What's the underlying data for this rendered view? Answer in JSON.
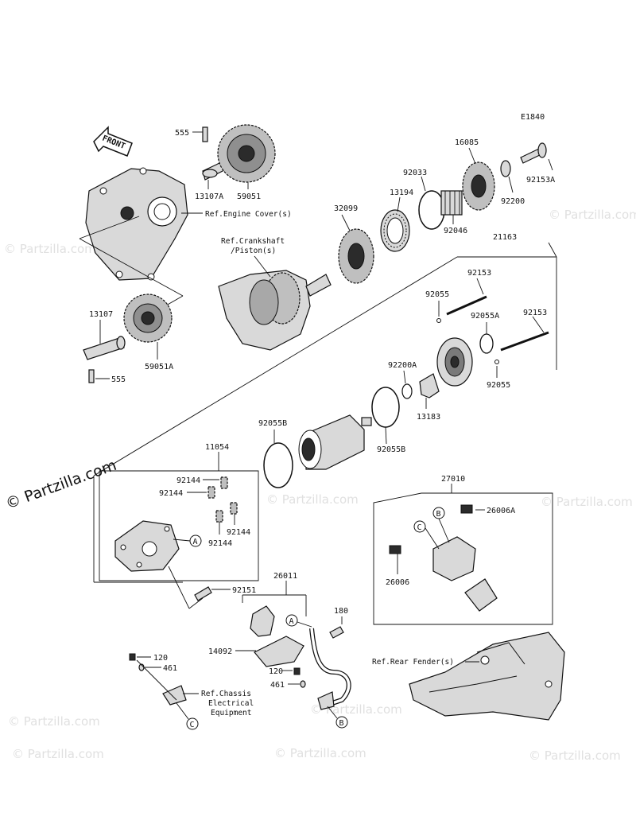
{
  "diagram_id": "E1840",
  "front_label": "FRONT",
  "watermark": {
    "main": "© Partzilla.com",
    "faint": "© Partzilla.com"
  },
  "callouts": {
    "c555a": "555",
    "c59051": "59051",
    "c13107a": "13107A",
    "c16085": "16085",
    "c92153a": "92153A",
    "c92200": "92200",
    "c92033": "92033",
    "c13194": "13194",
    "c92046": "92046",
    "c32099": "32099",
    "c21163": "21163",
    "c92153_1": "92153",
    "c92153_2": "92153",
    "c92055_1": "92055",
    "c92055a": "92055A",
    "c92055_2": "92055",
    "c92200a": "92200A",
    "c13183": "13183",
    "c92055b_1": "92055B",
    "c92055b_2": "92055B",
    "c13107": "13107",
    "c555b": "555",
    "c59051a": "59051A",
    "c11054": "11054",
    "c92144_1": "92144",
    "c92144_2": "92144",
    "c92144_3": "92144",
    "c92144_4": "92144",
    "c92151": "92151",
    "c26011": "26011",
    "c180": "180",
    "c14092": "14092",
    "c120_1": "120",
    "c461_1": "461",
    "c120_2": "120",
    "c461_2": "461",
    "c27010": "27010",
    "c26006a": "26006A",
    "c26006": "26006"
  },
  "refs": {
    "engine_cover": "Ref.Engine Cover(s)",
    "crankshaft_1": "Ref.Crankshaft",
    "crankshaft_2": "/Piston(s)",
    "chassis_1": "Ref.Chassis",
    "chassis_2": "Electrical",
    "chassis_3": "Equipment",
    "rear_fender": "Ref.Rear Fender(s)"
  },
  "markers": {
    "a1": "A",
    "a2": "A",
    "b1": "B",
    "b2": "B",
    "c1": "C",
    "c2": "C"
  }
}
